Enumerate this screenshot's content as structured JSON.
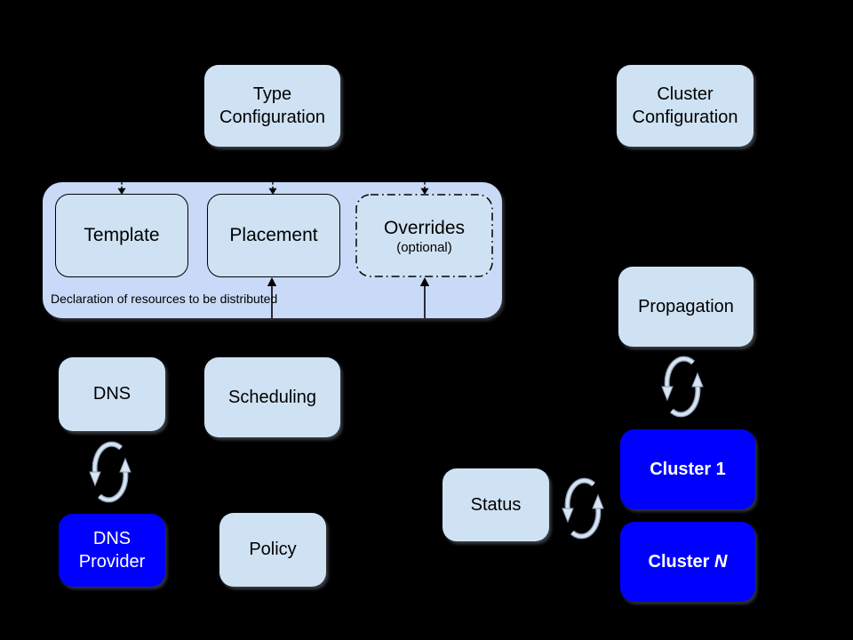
{
  "colors": {
    "background": "#000000",
    "node_light_blue": "#cfe2f3",
    "group_periwinkle": "#c9daf8",
    "cluster_blue": "#0000ff",
    "node_text": "#000000",
    "cluster_text": "#ffffff",
    "sync_arrow_light": "#d8e4f2",
    "sync_arrow_dark": "#8ea2b8"
  },
  "nodes": {
    "type_configuration": {
      "label": "Type Configuration"
    },
    "cluster_configuration": {
      "label": "Cluster Configuration"
    },
    "declaration_group": {
      "caption": "Declaration of resources to be distributed"
    },
    "template": {
      "label": "Template"
    },
    "placement": {
      "label": "Placement"
    },
    "overrides": {
      "label": "Overrides",
      "sublabel": "(optional)"
    },
    "dns": {
      "label": "DNS"
    },
    "scheduling": {
      "label": "Scheduling"
    },
    "dns_provider": {
      "label": "DNS Provider"
    },
    "policy": {
      "label": "Policy"
    },
    "status": {
      "label": "Status"
    },
    "propagation": {
      "label": "Propagation"
    },
    "cluster_1": {
      "label": "Cluster 1"
    },
    "cluster_n": {
      "prefix": "Cluster ",
      "suffix": "N"
    }
  },
  "icons": {
    "sync": "circular-sync-arrows",
    "arrow_down_dashed": "dashed-down-arrow",
    "arrow_up": "solid-up-arrow"
  }
}
